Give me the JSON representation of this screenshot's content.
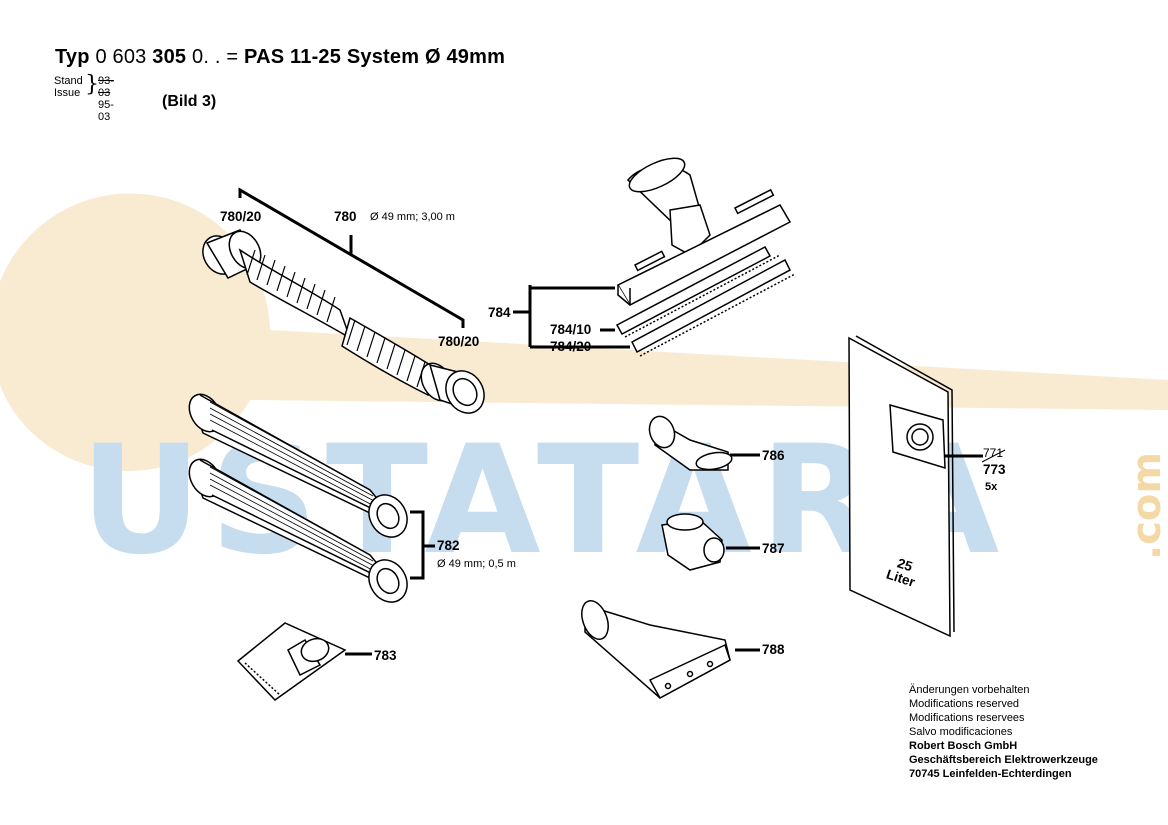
{
  "header": {
    "typ_word": "Typ",
    "typ_number_a": "0 603",
    "typ_number_b": "305",
    "typ_number_c": "0. . =",
    "model": "PAS 11-25  System Ø 49mm",
    "bild": "(Bild 3)"
  },
  "revision": {
    "stand_label": "Stand",
    "issue_label": "Issue",
    "old_value": "93-03",
    "new_value": "95-03"
  },
  "watermark": {
    "text": "USTATARA",
    "suffix": ".com",
    "colors": {
      "blue": "#c6dcef",
      "orange": "#f7e2bf"
    }
  },
  "parts": {
    "p780": {
      "number": "780",
      "spec": "Ø 49 mm; 3,00 m"
    },
    "p780_20_left": {
      "number": "780/20"
    },
    "p780_20_right": {
      "number": "780/20"
    },
    "p784": {
      "number": "784"
    },
    "p784_10": {
      "number": "784/10"
    },
    "p784_20": {
      "number": "784/20"
    },
    "p782": {
      "number": "782",
      "spec": "Ø 49 mm; 0,5 m"
    },
    "p783": {
      "number": "783"
    },
    "p786": {
      "number": "786"
    },
    "p787": {
      "number": "787"
    },
    "p788": {
      "number": "788"
    },
    "p773": {
      "old_number": "771",
      "number": "773",
      "qty": "5x"
    },
    "bag_label_line1": "25",
    "bag_label_line2": "Liter"
  },
  "footer": {
    "line1": "Änderungen vorbehalten",
    "line2": "Modifications reserved",
    "line3": "Modifications reservees",
    "line4": "Salvo modificaciones",
    "company": "Robert Bosch GmbH",
    "division": "Geschäftsbereich Elektrowerkzeuge",
    "address": "70745 Leinfelden-Echterdingen"
  }
}
